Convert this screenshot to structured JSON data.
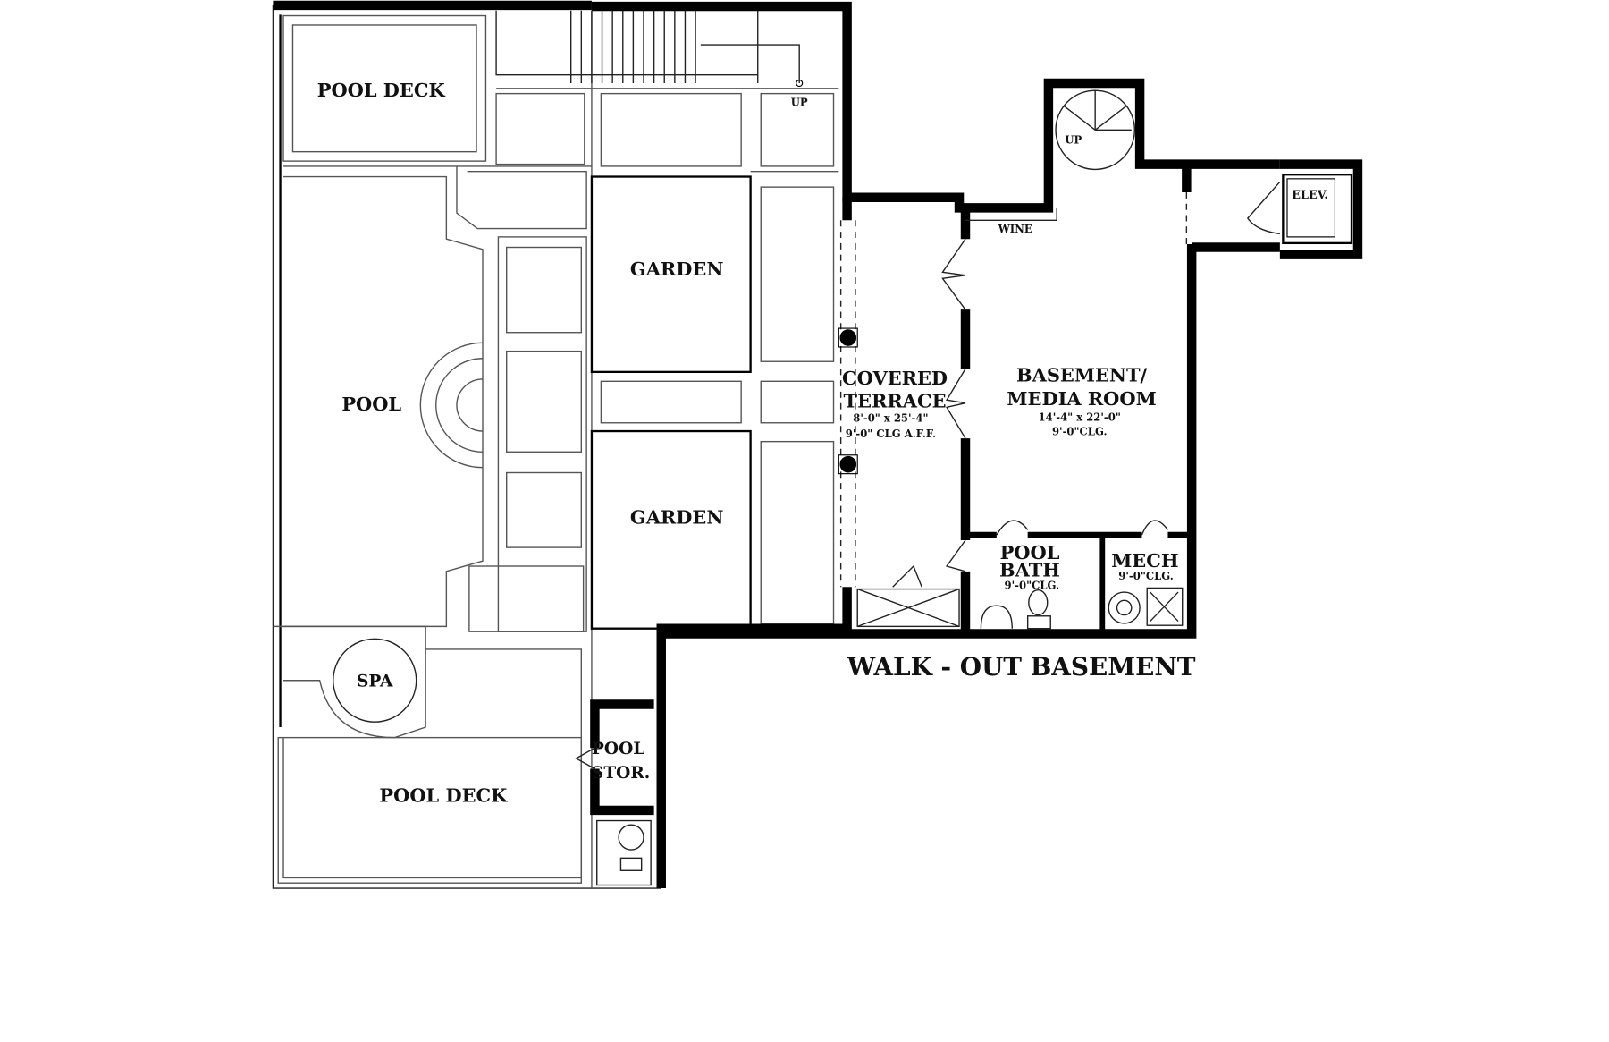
{
  "plan": {
    "title": "WALK - OUT BASEMENT",
    "rooms": {
      "pool_deck_top": "POOL DECK",
      "pool_deck_bottom": "POOL DECK",
      "garden_top": "GARDEN",
      "garden_bottom": "GARDEN",
      "pool": "POOL",
      "spa": "SPA",
      "pool_stor_1": "POOL",
      "pool_stor_2": "STOR.",
      "covered_terrace_1": "COVERED",
      "covered_terrace_2": "TERRACE",
      "covered_terrace_dims": "8'-0\" x 25'-4\"",
      "covered_terrace_clg": "9'-0\" CLG A.F.F.",
      "media_1": "BASEMENT/",
      "media_2": "MEDIA ROOM",
      "media_dims": "14'-4\" x 22'-0\"",
      "media_clg": "9'-0\"CLG.",
      "wine": "WINE",
      "elev": "ELEV.",
      "stair_up_1": "UP",
      "stair_up_2": "UP",
      "pool_bath_1": "POOL",
      "pool_bath_2": "BATH",
      "pool_bath_clg": "9'-0\"CLG.",
      "mech": "MECH",
      "mech_clg": "9'-0\"CLG."
    }
  }
}
